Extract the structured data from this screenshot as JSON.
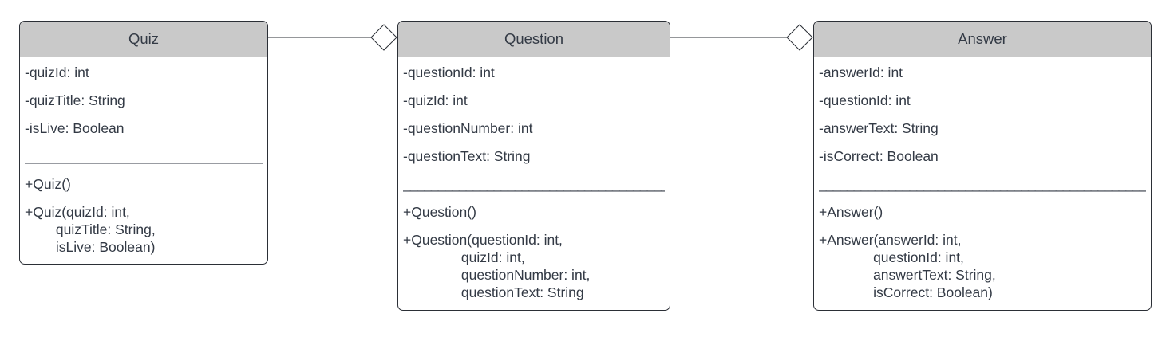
{
  "classes": {
    "quiz": {
      "name": "Quiz",
      "attributes": [
        "-quizId: int",
        "-quizTitle: String",
        "-isLive: Boolean"
      ],
      "separator": "___________________________________",
      "methods": [
        "+Quiz()",
        "+Quiz(quizId: int,\n        quizTitle: String,\n        isLive: Boolean)"
      ]
    },
    "question": {
      "name": "Question",
      "attributes": [
        "-questionId: int",
        "-quizId: int",
        "-questionNumber: int",
        "-questionText: String"
      ],
      "separator": "______________________________________",
      "methods": [
        "+Question()",
        "+Question(questionId: int,\n               quizId: int,\n               questionNumber: int,\n               questionText: String"
      ]
    },
    "answer": {
      "name": "Answer",
      "attributes": [
        "-answerId: int",
        "-questionId: int",
        "-answerText: String",
        "-isCorrect: Boolean"
      ],
      "separator": "____________________________________________________",
      "methods": [
        "+Answer()",
        "+Answer(answerId: int,\n              questionId: int,\n              answertText: String,\n              isCorrect: Boolean)"
      ]
    }
  },
  "colors": {
    "header_fill": "#c9c9c9",
    "border": "#2b2f36",
    "text": "#333a45"
  }
}
